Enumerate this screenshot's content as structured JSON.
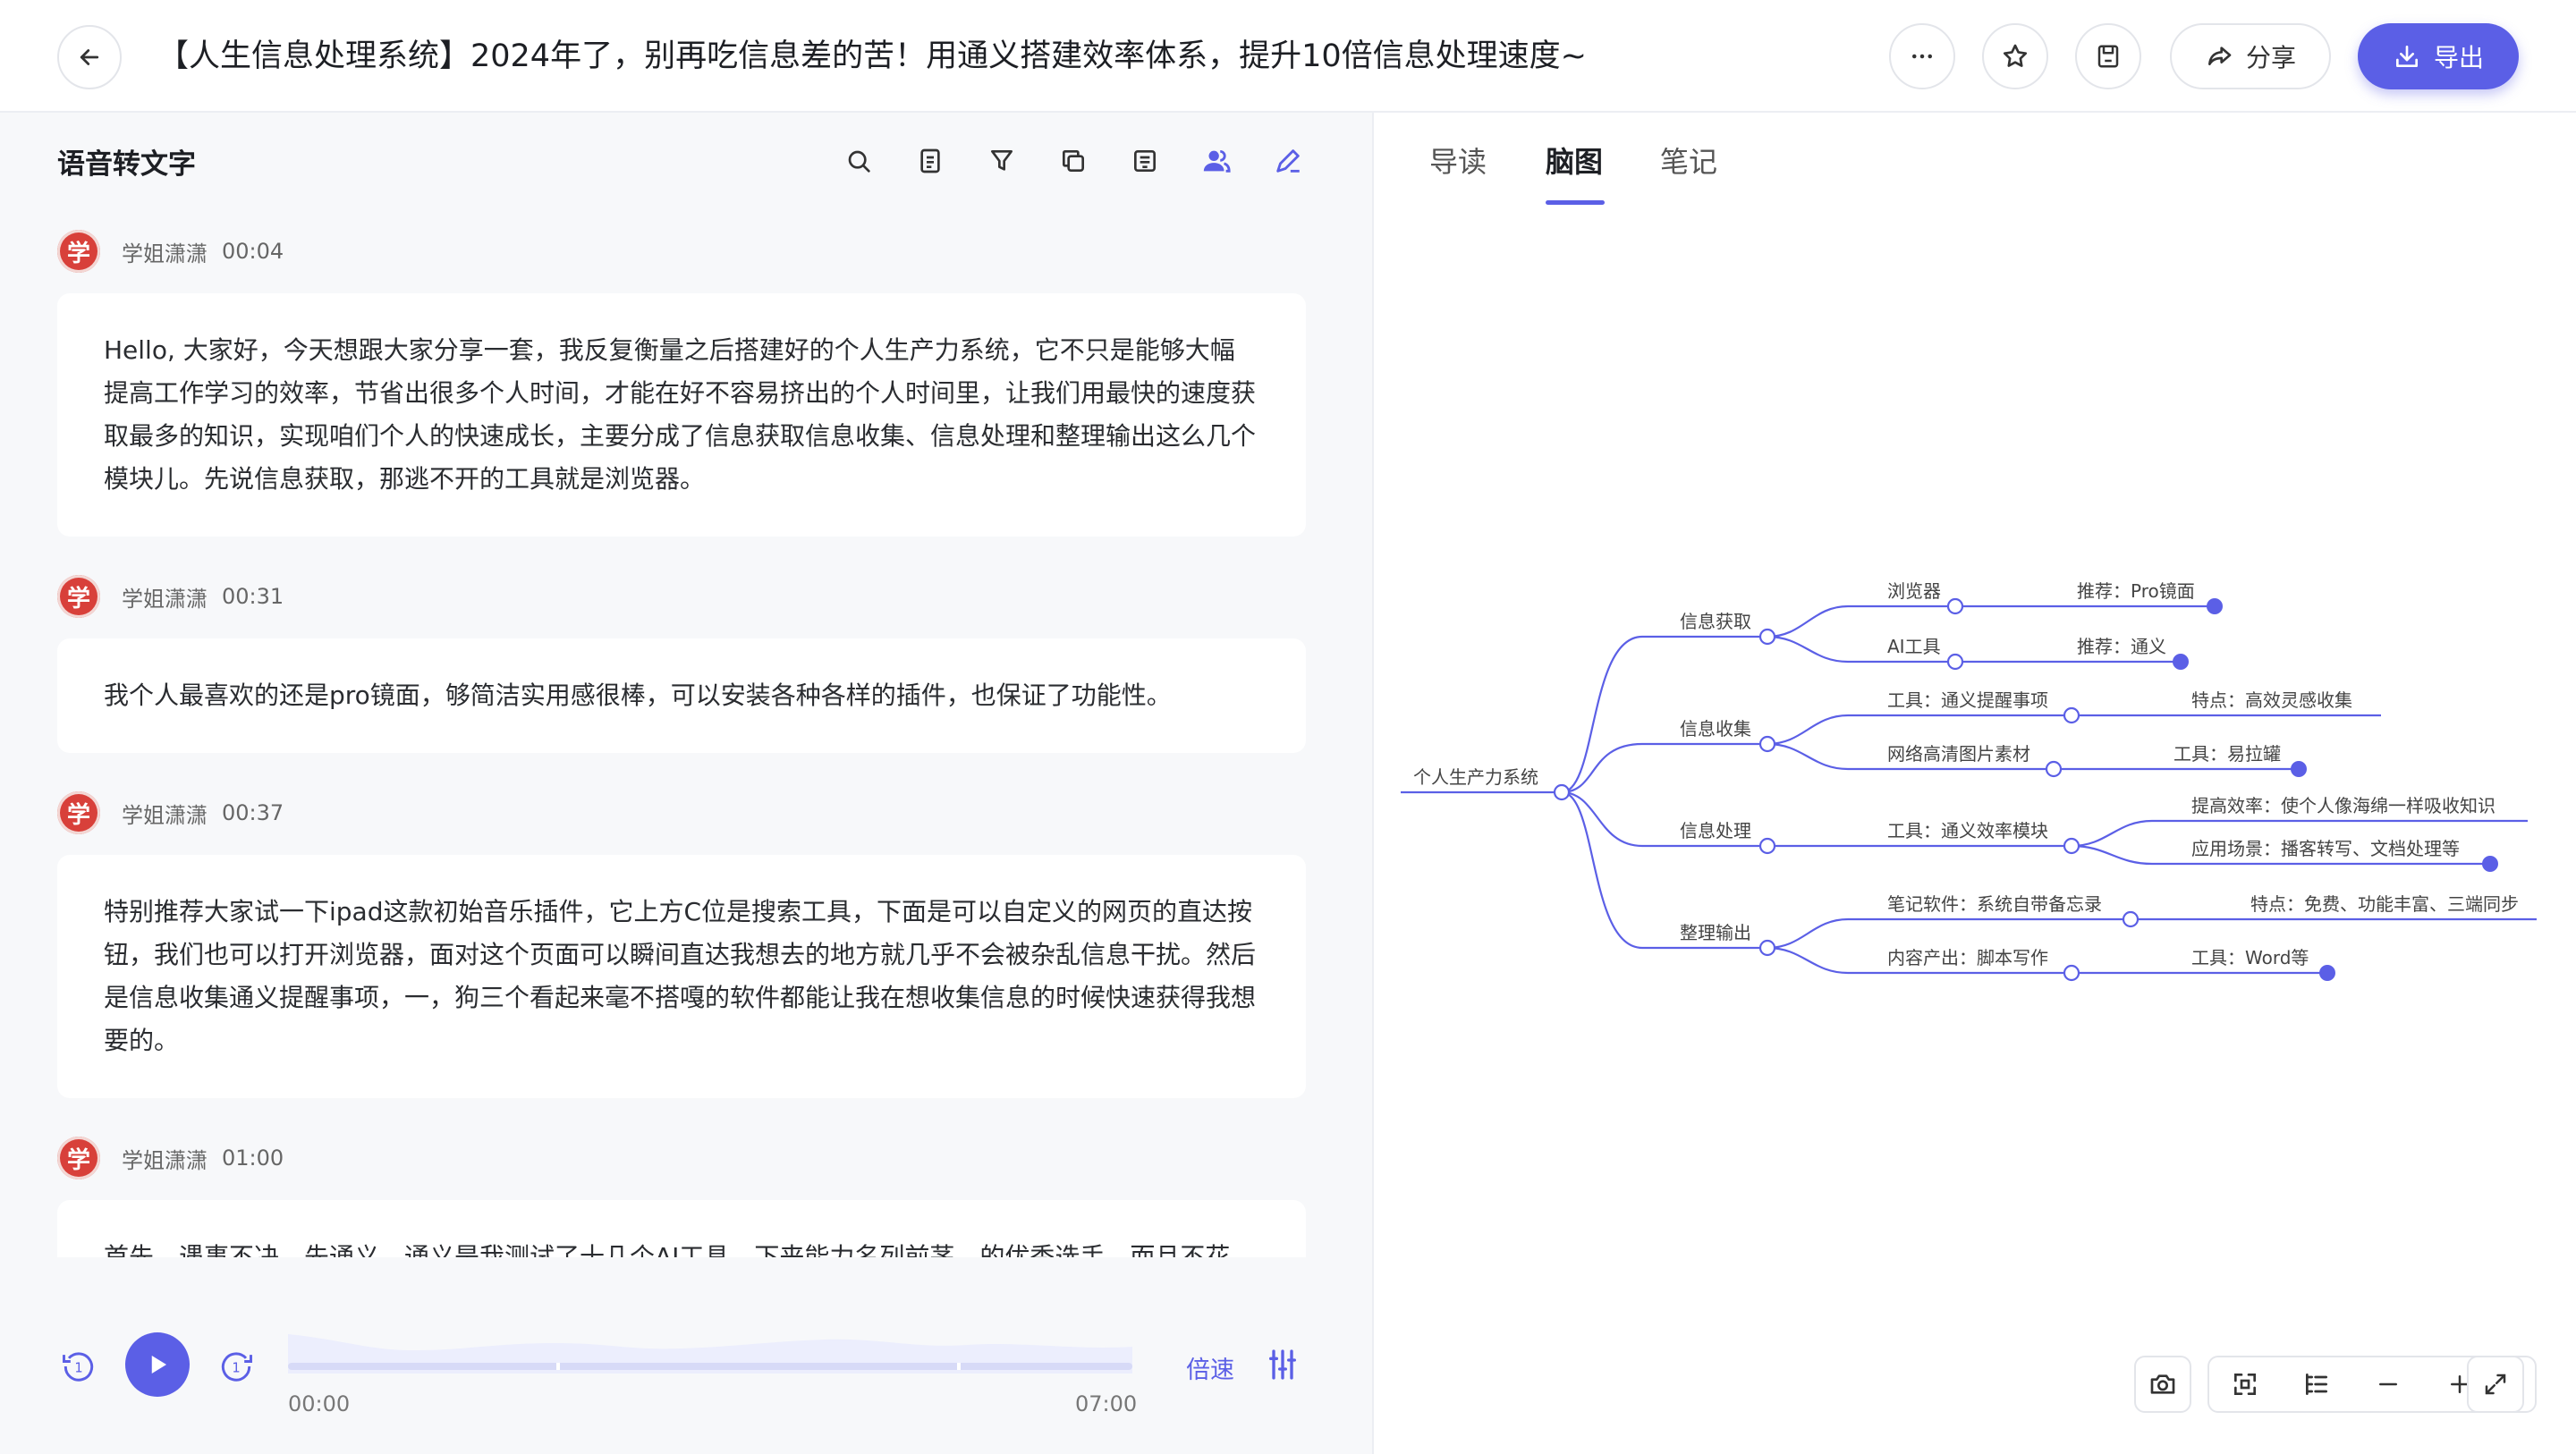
{
  "header": {
    "title": "【人生信息处理系统】2024年了，别再吃信息差的苦！用通义搭建效率体系，提升10倍信息处理速度~",
    "share_label": "分享",
    "export_label": "导出"
  },
  "transcript": {
    "title": "语音转文字",
    "segments": [
      {
        "speaker": "学姐潇潇",
        "avatar": "学",
        "time": "00:04",
        "text": "Hello, 大家好，今天想跟大家分享一套，我反复衡量之后搭建好的个人生产力系统，它不只是能够大幅提高工作学习的效率，节省出很多个人时间，才能在好不容易挤出的个人时间里，让我们用最快的速度获取最多的知识，实现咱们个人的快速成长，主要分成了信息获取信息收集、信息处理和整理输出这么几个模块儿。先说信息获取，那逃不开的工具就是浏览器。"
      },
      {
        "speaker": "学姐潇潇",
        "avatar": "学",
        "time": "00:31",
        "text": "我个人最喜欢的还是pro镜面，够简洁实用感很棒，可以安装各种各样的插件，也保证了功能性。"
      },
      {
        "speaker": "学姐潇潇",
        "avatar": "学",
        "time": "00:37",
        "text": "特别推荐大家试一下ipad这款初始音乐插件，它上方C位是搜索工具，下面是可以自定义的网页的直达按钮，我们也可以打开浏览器，面对这个页面可以瞬间直达我想去的地方就几乎不会被杂乱信息干扰。然后是信息收集通义提醒事项，一，狗三个看起来毫不搭嘎的软件都能让我在想收集信息的时候快速获得我想要的。"
      },
      {
        "speaker": "学姐潇潇",
        "avatar": "学",
        "time": "01:00",
        "text": "首先，遇事不决，先通义。通义是我测试了十几个AI工具，下来能力名列前茅，的优秀选手，而且不花钱，他已经逐渐替代了搜索引擎。在我工作流中的位置。比如我最近需要测评一台新的相机，类似于大家"
      }
    ]
  },
  "player": {
    "current_time": "00:00",
    "total_time": "07:00",
    "speed_label": "倍速",
    "progress": 0
  },
  "tabs": [
    {
      "label": "导读",
      "active": false
    },
    {
      "label": "脑图",
      "active": true
    },
    {
      "label": "笔记",
      "active": false
    }
  ],
  "mindmap": {
    "root": "个人生产力系统",
    "branches": [
      {
        "label": "信息获取",
        "children": [
          {
            "label": "浏览器",
            "leaf": "推荐：Pro镜面"
          },
          {
            "label": "AI工具",
            "leaf": "推荐：通义"
          }
        ]
      },
      {
        "label": "信息收集",
        "children": [
          {
            "label": "工具：通义提醒事项",
            "leaf": "特点：高效灵感收集"
          },
          {
            "label": "网络高清图片素材",
            "leaf": "工具：易拉罐"
          }
        ]
      },
      {
        "label": "信息处理",
        "children": [
          {
            "label": "工具：通义效率模块",
            "leaves": [
              "提高效率：使个人像海绵一样吸收知识",
              "应用场景：播客转写、文档处理等"
            ]
          }
        ]
      },
      {
        "label": "整理输出",
        "children": [
          {
            "label": "笔记软件：系统自带备忘录",
            "leaf": "特点：免费、功能丰富、三端同步"
          },
          {
            "label": "内容产出：脚本写作",
            "leaf": "工具：Word等"
          }
        ]
      }
    ]
  },
  "colors": {
    "accent": "#5b5fe6",
    "avatar_bg": "#d8403a",
    "panel_bg": "#f7f8fa"
  },
  "icons": {
    "back": "arrow-left-icon",
    "more": "more-horizontal-icon",
    "favorite": "star-icon",
    "save": "save-icon",
    "share": "share-icon",
    "export": "download-icon"
  }
}
